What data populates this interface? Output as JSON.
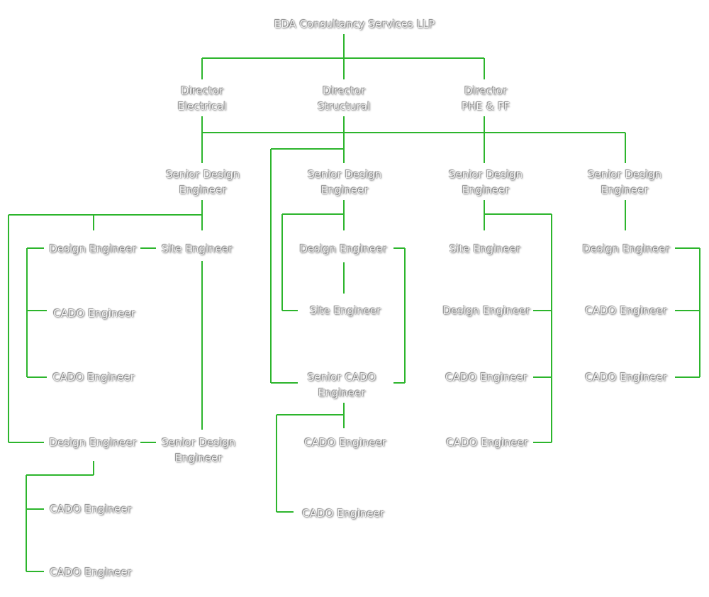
{
  "diagram": {
    "root": {
      "label": "EDA Consultancy Services LLP"
    },
    "directors": [
      {
        "line1": "Director",
        "line2": "Electrical"
      },
      {
        "line1": "Director",
        "line2": "Structural"
      },
      {
        "line1": "Director",
        "line2": "PHE & FF"
      }
    ],
    "senior_design_engineers": [
      {
        "line1": "Senior Design",
        "line2": "Engineer"
      },
      {
        "line1": "Senior Design",
        "line2": "Engineer"
      },
      {
        "line1": "Senior Design",
        "line2": "Engineer"
      },
      {
        "line1": "Senior Design",
        "line2": "Engineer"
      }
    ],
    "electrical": {
      "design_engineer_1": "Design Engineer",
      "site_engineer": "Site Engineer",
      "cado_1": "CADO Engineer",
      "cado_2": "CADO Engineer",
      "design_engineer_2": "Design Engineer",
      "senior_design_engineer": {
        "line1": "Senior Design",
        "line2": "Engineer"
      },
      "cado_3": "CADO Engineer",
      "cado_4": "CADO Engineer"
    },
    "structural": {
      "design_engineer": "Design Engineer",
      "site_engineer": "Site Engineer",
      "senior_cado": {
        "line1": "Senior CADO",
        "line2": "Engineer"
      },
      "cado_1": "CADO Engineer",
      "cado_2": "CADO Engineer"
    },
    "phe": {
      "site_engineer": "Site Engineer",
      "design_engineer": "Design Engineer",
      "cado_1": "CADO Engineer",
      "cado_2": "CADO Engineer"
    },
    "fourth": {
      "design_engineer": "Design Engineer",
      "cado_1": "CADO Engineer",
      "cado_2": "CADO Engineer"
    },
    "colors": {
      "connector": "#2cb52c",
      "text": "#f4f4f4",
      "background": "#ffffff"
    }
  }
}
